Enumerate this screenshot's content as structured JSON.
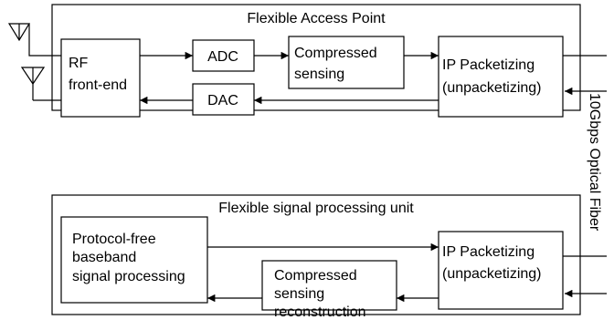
{
  "access_point": {
    "title": "Flexible Access Point",
    "rf_frontend": [
      "RF",
      "front-end"
    ],
    "adc": "ADC",
    "dac": "DAC",
    "compressed_sensing": [
      "Compressed",
      "sensing"
    ],
    "ip_packetizing": [
      "IP Packetizing",
      "(unpacketizing)"
    ]
  },
  "processing_unit": {
    "title": "Flexible signal processing unit",
    "baseband": [
      "Protocol-free",
      "baseband",
      "signal processing"
    ],
    "reconstruction": [
      "Compressed",
      "sensing",
      "reconstruction"
    ],
    "ip_packetizing": [
      "IP Packetizing",
      "(unpacketizing)"
    ]
  },
  "link_label": "10Gbps Optical Fiber"
}
